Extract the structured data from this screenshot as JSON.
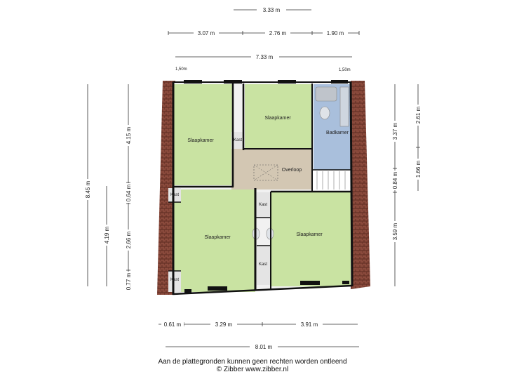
{
  "dimensions": {
    "top": [
      "3.33 m",
      "3.07 m",
      "2.76 m",
      "1.90 m",
      "7.33 m"
    ],
    "top_small": [
      "1,50m",
      "1,50m"
    ],
    "left": [
      "8.45 m",
      "4.15 m",
      "0.64 m",
      "2.66 m",
      "0.77 m",
      "4.19 m"
    ],
    "right": [
      "3.37 m",
      "2.61 m",
      "0.84 m",
      "1.66 m",
      "3.59 m"
    ],
    "bottom": [
      "0.61 m",
      "3.29 m",
      "3.91 m",
      "8.01 m"
    ]
  },
  "rooms": {
    "bedroom_nw": "Slaapkamer",
    "bedroom_n": "Slaapkamer",
    "bathroom": "Badkamer",
    "landing": "Overloop",
    "bedroom_sw": "Slaapkamer",
    "bedroom_se": "Slaapkamer",
    "closets": [
      "Kast",
      "Kast",
      "Kast",
      "Kast",
      "Kast"
    ]
  },
  "footer": {
    "disclaimer": "Aan de plattegronden kunnen geen rechten worden ontleend",
    "copyright": "© Zibber www.zibber.nl"
  },
  "colors": {
    "room_green": "#c9e3a2",
    "bath_blue": "#a9bfdc",
    "landing_tan": "#d3c7b3",
    "roof_brick": "#8a4a3c",
    "wall": "#111111"
  }
}
